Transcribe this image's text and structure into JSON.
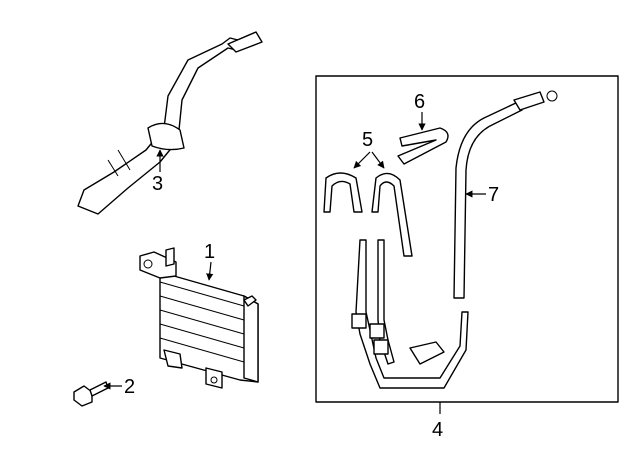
{
  "callouts": {
    "c1": "1",
    "c2": "2",
    "c3": "3",
    "c4": "4",
    "c5": "5",
    "c6": "6",
    "c7": "7"
  },
  "colors": {
    "line": "#000000",
    "fill": "#ffffff"
  }
}
